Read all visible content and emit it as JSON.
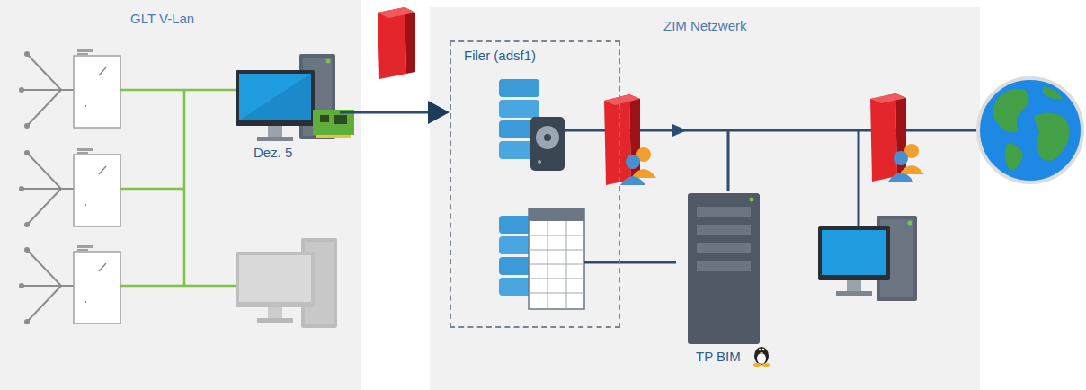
{
  "diagram": {
    "nodes": [
      {
        "text": [
          "GLT V-Lan"
        ]
      },
      {
        "text": [
          "Dez. 5"
        ],
        "in": 0
      },
      {
        "text": [
          "ZIM Netzwerk"
        ]
      },
      {
        "text": [
          "Filer (adsf1)"
        ],
        "in": 2
      },
      {
        "text": [
          "TP BIM"
        ],
        "in": 2
      }
    ],
    "edges": [
      {
        "from": 1,
        "to": 3,
        "arrow": "to"
      },
      {
        "from": 3,
        "to": 4,
        "arrow": "none"
      }
    ]
  }
}
